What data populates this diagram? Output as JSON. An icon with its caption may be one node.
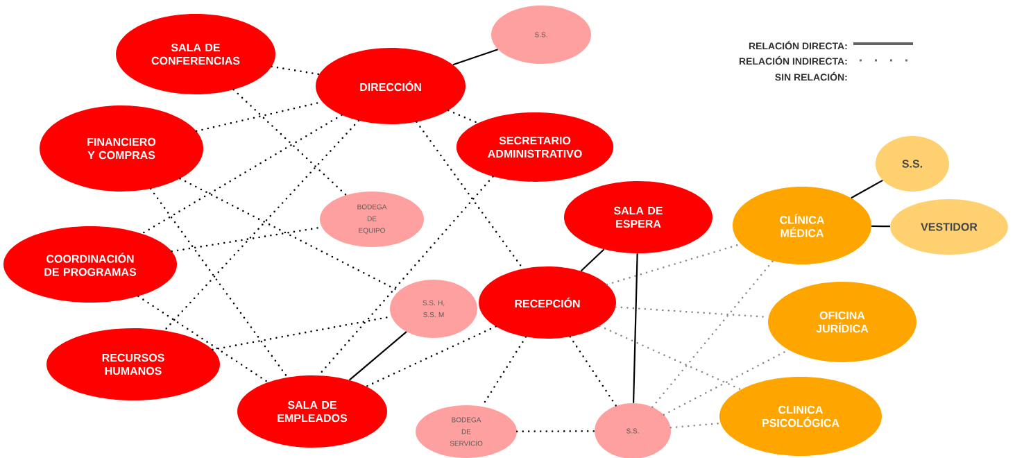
{
  "diagram": {
    "nodes": [
      {
        "text": [
          "SALA DE CONFERENCIAS"
        ]
      },
      {
        "text": [
          "S.S."
        ]
      },
      {
        "text": [
          "DIRECCIÓN"
        ]
      },
      {
        "text": [
          "FINANCIERO Y COMPRAS"
        ]
      },
      {
        "text": [
          "SECRETARIO ADMINISTRATIVO"
        ]
      },
      {
        "text": [
          "BODEGA DE EQUIPO"
        ]
      },
      {
        "text": [
          "S.S."
        ]
      },
      {
        "text": [
          "SALA DE ESPERA"
        ]
      },
      {
        "text": [
          "CLÍNICA MÉDICA"
        ]
      },
      {
        "text": [
          "VESTIDOR"
        ]
      },
      {
        "text": [
          "COORDINACIÓN DE PROGRAMAS"
        ]
      },
      {
        "text": [
          "S.S. H, S.S. M"
        ]
      },
      {
        "text": [
          "RECEPCIÓN"
        ]
      },
      {
        "text": [
          "OFICINA JURÍDICA"
        ]
      },
      {
        "text": [
          "RECURSOS HUMANOS"
        ]
      },
      {
        "text": [
          "SALA DE EMPLEADOS"
        ]
      },
      {
        "text": [
          "CLINICA PSICOLÓGICA"
        ]
      },
      {
        "text": [
          "BODEGA DE SERVICIO"
        ]
      },
      {
        "text": [
          "S.S."
        ]
      }
    ],
    "edges": [
      {
        "from": 2,
        "to": 1,
        "arrow": "none"
      },
      {
        "from": 8,
        "to": 6,
        "arrow": "none"
      },
      {
        "from": 8,
        "to": 9,
        "arrow": "none"
      },
      {
        "from": 7,
        "to": 12,
        "arrow": "none"
      },
      {
        "from": 7,
        "to": 18,
        "arrow": "none"
      },
      {
        "from": 11,
        "to": 15,
        "arrow": "none"
      },
      {
        "from": 0,
        "to": 2,
        "arrow": "none",
        "style": "dashed"
      },
      {
        "from": 0,
        "to": 5,
        "arrow": "none",
        "style": "dashed"
      },
      {
        "from": 3,
        "to": 2,
        "arrow": "none",
        "style": "dashed"
      },
      {
        "from": 3,
        "to": 11,
        "arrow": "none",
        "style": "dashed"
      },
      {
        "from": 3,
        "to": 15,
        "arrow": "none",
        "style": "dashed"
      },
      {
        "from": 2,
        "to": 10,
        "arrow": "none",
        "style": "dashed"
      },
      {
        "from": 2,
        "to": 14,
        "arrow": "none",
        "style": "dashed"
      },
      {
        "from": 2,
        "to": 12,
        "arrow": "none",
        "style": "dashed"
      },
      {
        "from": 2,
        "to": 4,
        "arrow": "none",
        "style": "dashed"
      },
      {
        "from": 4,
        "to": 15,
        "arrow": "none",
        "style": "dashed"
      },
      {
        "from": 10,
        "to": 5,
        "arrow": "none",
        "style": "dashed"
      },
      {
        "from": 10,
        "to": 15,
        "arrow": "none",
        "style": "dashed"
      },
      {
        "from": 14,
        "to": 11,
        "arrow": "none",
        "style": "dashed"
      },
      {
        "from": 12,
        "to": 15,
        "arrow": "none",
        "style": "dashed"
      },
      {
        "from": 12,
        "to": 17,
        "arrow": "none",
        "style": "dashed"
      },
      {
        "from": 17,
        "to": 18,
        "arrow": "none",
        "style": "dashed"
      },
      {
        "from": 12,
        "to": 18,
        "arrow": "none",
        "style": "dashed"
      },
      {
        "from": 12,
        "to": 8,
        "arrow": "none",
        "style": "dashed",
        "color": "#888888"
      },
      {
        "from": 12,
        "to": 13,
        "arrow": "none",
        "style": "dashed",
        "color": "#888888"
      },
      {
        "from": 12,
        "to": 16,
        "arrow": "none",
        "style": "dashed",
        "color": "#888888"
      },
      {
        "from": 18,
        "to": 8,
        "arrow": "none",
        "style": "dashed",
        "color": "#888888"
      },
      {
        "from": 18,
        "to": 13,
        "arrow": "none",
        "style": "dashed",
        "color": "#888888"
      },
      {
        "from": 18,
        "to": 16,
        "arrow": "none",
        "style": "dashed",
        "color": "#888888"
      }
    ],
    "legend": [
      {
        "text": "RELACIÓN DIRECTA:"
      },
      {
        "text": "RELACIÓN INDIRECTA:"
      },
      {
        "text": "SIN RELACIÓN:"
      }
    ]
  }
}
